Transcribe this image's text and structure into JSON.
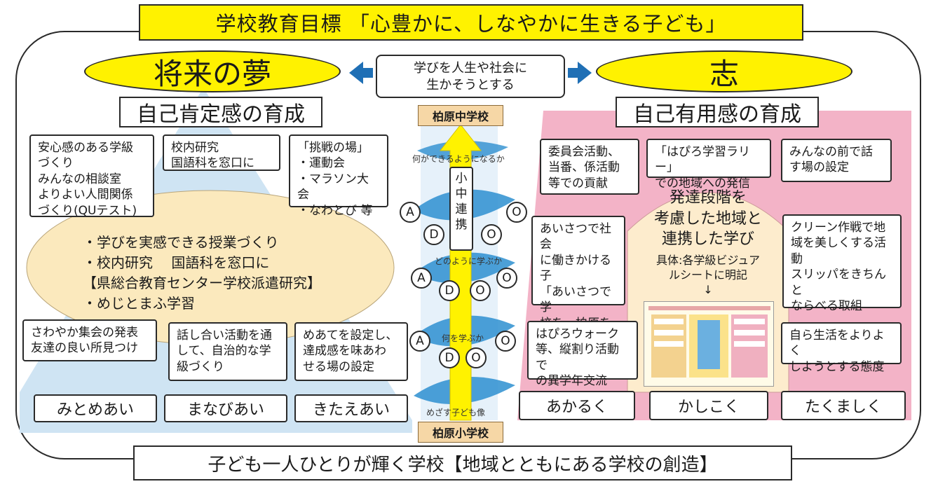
{
  "title": "学校教育目標 「心豊かに、しなやかに生きる子ども」",
  "left_goal": "将来の夢",
  "right_goal": "志",
  "center_goal": "学びを人生や社会に\n生かそうとする",
  "left_heading": "自己肯定感の育成",
  "right_heading": "自己有用感の育成",
  "left_boxes": {
    "top1": "安心感のある学級\nづくり\nみんなの相談室\nよりよい人間関係\nづくり(QUテスト)",
    "top2": "校内研究\n国語科を窓口に",
    "top3": "「挑戦の場」\n・運動会\n・マラソン大会\n・なわとび 等",
    "center": "・学びを実感できる授業づくり\n・校内研究　 国語科を窓口に\n【県総合教育センター学校派遣研究】\n・めじとまふ学習",
    "bottom1": "さわやか集会の発表\n友達の良い所見つけ",
    "bottom2": "話し合い活動を通\nして、自治的な学\n級づくり",
    "bottom3": "めあてを設定し、\n達成感を味あわ\nせる場の設定"
  },
  "left_values": [
    "みとめあい",
    "まなびあい",
    "きたえあい"
  ],
  "right_boxes": {
    "top1": "委員会活動、\n当番、係活動\n等での貢献",
    "top2": "「はぴろ学習ラリー」\nでの地域への発信",
    "top3": "みんなの前で話\nす場の設定",
    "mid_left": "あいさつで社会\nに働きかける子\n「あいさつで学\n校を、柏原を明\nるくしよう」",
    "mid_right": "クリーン作戦で地\n域を美しくする活\n動\nスリッパをきちんと\nならべる取組",
    "bottom_left": "はぴろウォーク\n等、縦割り活動で\nの異学年交流",
    "bottom_right": "自ら生活をよりよく\nしようとする態度"
  },
  "right_center": {
    "title": "発達段階を\n考慮した地域と\n連携した学び",
    "detail": "具体:各学級ビジュア\nルシートに明記",
    "arrow": "↓"
  },
  "right_values": [
    "あかるく",
    "かしこく",
    "たくましく"
  ],
  "spiral": {
    "top_school": "柏原中学校",
    "bottom_school": "柏原小学校",
    "link": "小\n中\n連\n携",
    "q1": "何ができるようになるか",
    "q2": "どのように学ぶか",
    "q3": "何を学ぶか",
    "q4": "めざす子ども像",
    "circle_letters": [
      "A",
      "O",
      "D",
      "O",
      "A",
      "O",
      "D",
      "O",
      "A",
      "O",
      "D",
      "O"
    ]
  },
  "footer": "子ども一人ひとりが輝く学校【地域とともにある学校の創造】",
  "colors": {
    "yellow": "#fff200",
    "left_bg": "#cfe4f3",
    "left_oval": "#fbe9bd",
    "right_bg": "#f3b3c7",
    "right_oval": "#fdeccd",
    "spiral": "#2d8fd0",
    "arrow": "#1f6fb5"
  }
}
